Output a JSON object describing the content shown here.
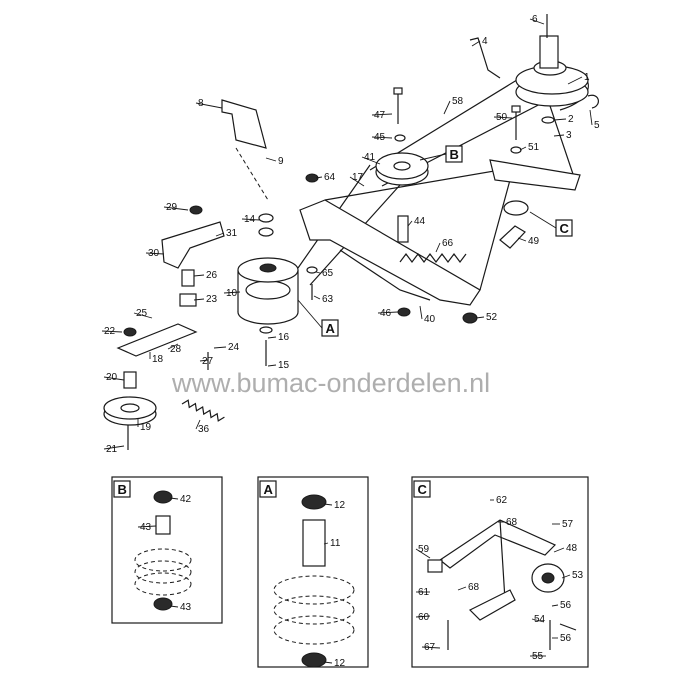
{
  "watermark": "www.bumac-onderdelen.nl",
  "detail_tags": [
    "A",
    "B",
    "C"
  ],
  "main_callouts": [
    "1",
    "2",
    "3",
    "4",
    "5",
    "6",
    "8",
    "9",
    "10",
    "14",
    "15",
    "16",
    "17",
    "18",
    "19",
    "20",
    "21",
    "22",
    "23",
    "24",
    "25",
    "26",
    "27",
    "28",
    "29",
    "30",
    "31",
    "36",
    "40",
    "41",
    "44",
    "45",
    "46",
    "47",
    "49",
    "50",
    "51",
    "52",
    "58",
    "63",
    "64",
    "65",
    "66"
  ],
  "inset_b_callouts": [
    "42",
    "43",
    "43"
  ],
  "inset_a_callouts": [
    "12",
    "11",
    "12"
  ],
  "inset_c_callouts": [
    "62",
    "68",
    "57",
    "59",
    "48",
    "53",
    "61",
    "68",
    "60",
    "56",
    "54",
    "56",
    "67",
    "55"
  ]
}
